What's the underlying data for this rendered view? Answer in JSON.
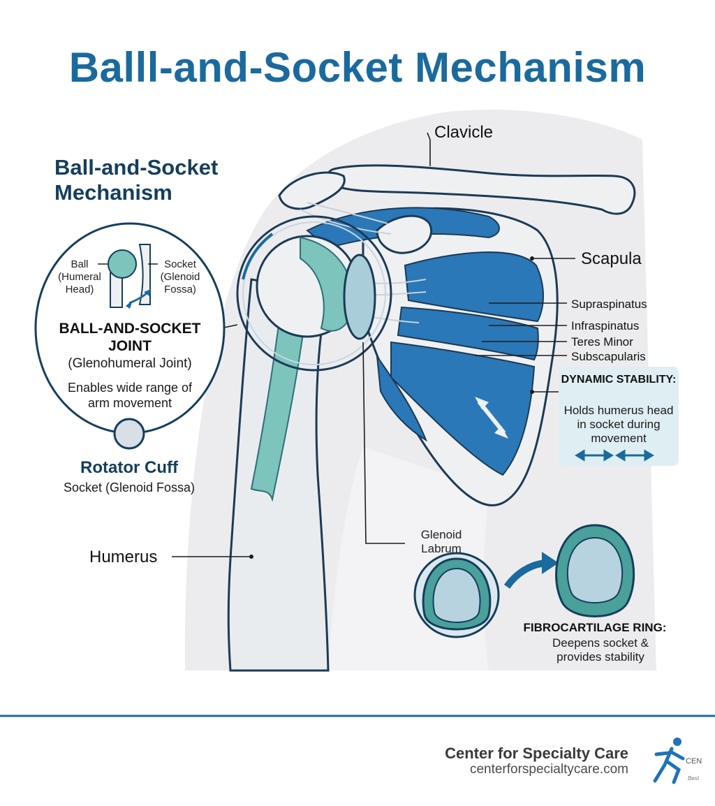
{
  "title": "Balll-and-Socket Mechanism",
  "subtitle": "Ball-and-Socket Mechanism",
  "labels": {
    "clavicle": "Clavicle",
    "scapula": "Scapula",
    "humerus": "Humerus",
    "glenoid_labrum": "Glenoid Labrum"
  },
  "muscles": [
    "Supraspinatus",
    "Infraspinatus",
    "Teres Minor",
    "Subscapularis"
  ],
  "inset": {
    "ball_label": "Ball (Humeral Head)",
    "socket_label": "Socket (Glenoid Fossa)",
    "joint_title": "BALL-AND-SOCKET JOINT",
    "joint_subtitle": "(Glenohumeral Joint)",
    "joint_desc": "Enables wide range of arm movement"
  },
  "rotator_cuff": {
    "title": "Rotator Cuff",
    "subtitle": "Socket (Glenoid Fossa)"
  },
  "dynamic_stability": {
    "title": "DYNAMIC STABILITY:",
    "desc": "Holds humerus head in socket during movement"
  },
  "fibrocartilage": {
    "title": "FIBROCARTILAGE RING:",
    "desc": "Deepens socket & provides stability"
  },
  "footer": {
    "name": "Center for Specialty Care",
    "url": "centerforspecialtycare.com",
    "logo_text": "CEN",
    "logo_tagline": "Best"
  },
  "colors": {
    "title_blue": "#1a6a9e",
    "muscle_blue": "#2a78b8",
    "cartilage_teal": "#7cc4bc",
    "dark_navy": "#153e5c",
    "bone": "#eef0f2"
  }
}
